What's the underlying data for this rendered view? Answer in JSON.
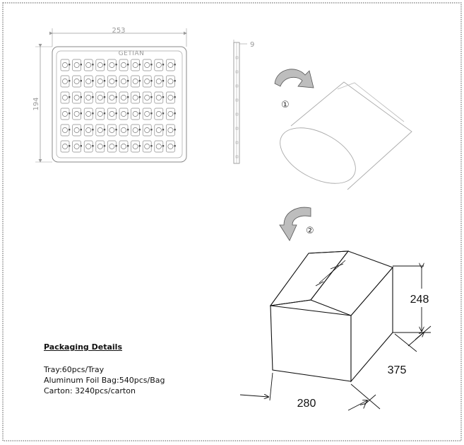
{
  "tray_drawing": {
    "width_dim": "253",
    "height_dim": "194",
    "brand": "GETIAN",
    "thickness_dim": "9",
    "grid": {
      "rows": 6,
      "cols": 10
    }
  },
  "steps": {
    "step1": "①",
    "step2": "②"
  },
  "carton": {
    "height_dim": "248",
    "depth_dim": "375",
    "width_dim": "280"
  },
  "packaging": {
    "title": "Packaging Details",
    "lines": [
      "Tray:60pcs/Tray",
      "Aluminum Foil Bag:540pcs/Bag",
      "Carton: 3240pcs/carton"
    ]
  }
}
